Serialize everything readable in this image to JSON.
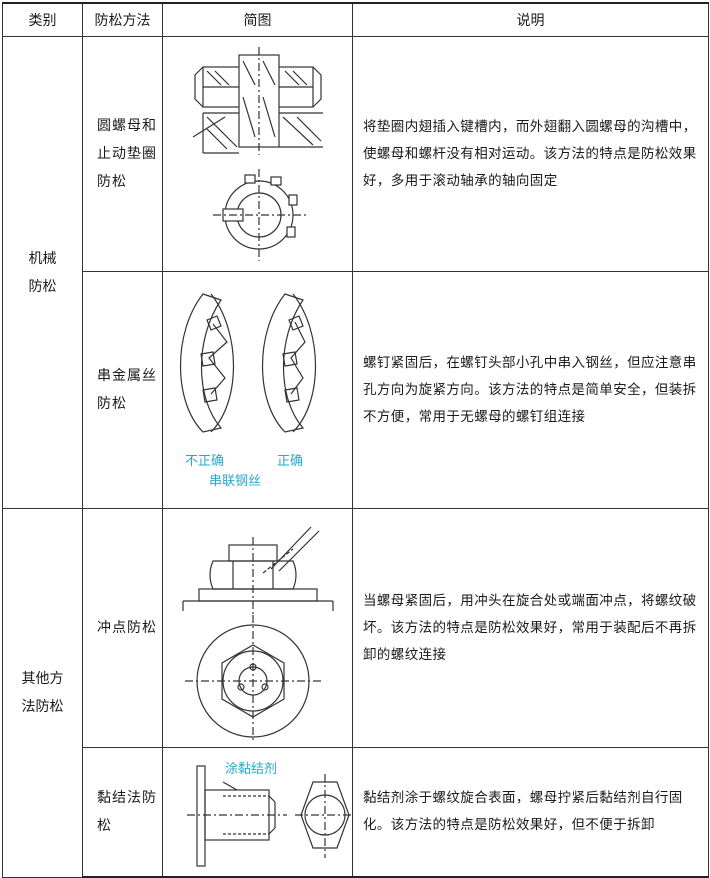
{
  "headers": [
    "类别",
    "防松方法",
    "简图",
    "说明"
  ],
  "categories": [
    {
      "label": "机械防松"
    },
    {
      "label": "其他方法防松"
    }
  ],
  "rows": [
    {
      "method": "圆螺母和止动垫圈防松",
      "description": "将垫圈内翅插入键槽内，而外翅翻入圆螺母的沟槽中，使螺母和螺杆没有相对运动。该方法的特点是防松效果好，多用于滚动轴承的轴向固定",
      "figure_labels": []
    },
    {
      "method": "串金属丝防松",
      "description": "螺钉紧固后，在螺钉头部小孔中串入钢丝，但应注意串孔方向为旋紧方向。该方法的特点是简单安全，但装拆不方便，常用于无螺母的螺钉组连接",
      "figure_labels": [
        "不正确",
        "正确",
        "串联钢丝"
      ]
    },
    {
      "method": "冲点防松",
      "description": "当螺母紧固后，用冲头在旋合处或端面冲点，将螺纹破坏。该方法的特点是防松效果好，常用于装配后不再拆卸的螺纹连接",
      "figure_labels": []
    },
    {
      "method": "黏结法防松",
      "description": "黏结剂涂于螺纹旋合表面，螺母拧紧后黏结剂自行固化。该方法的特点是防松效果好，但不便于拆卸",
      "figure_labels": [
        "涂黏结剂"
      ]
    }
  ],
  "colors": {
    "line": "#333333",
    "caption": "#2aa8c9"
  }
}
